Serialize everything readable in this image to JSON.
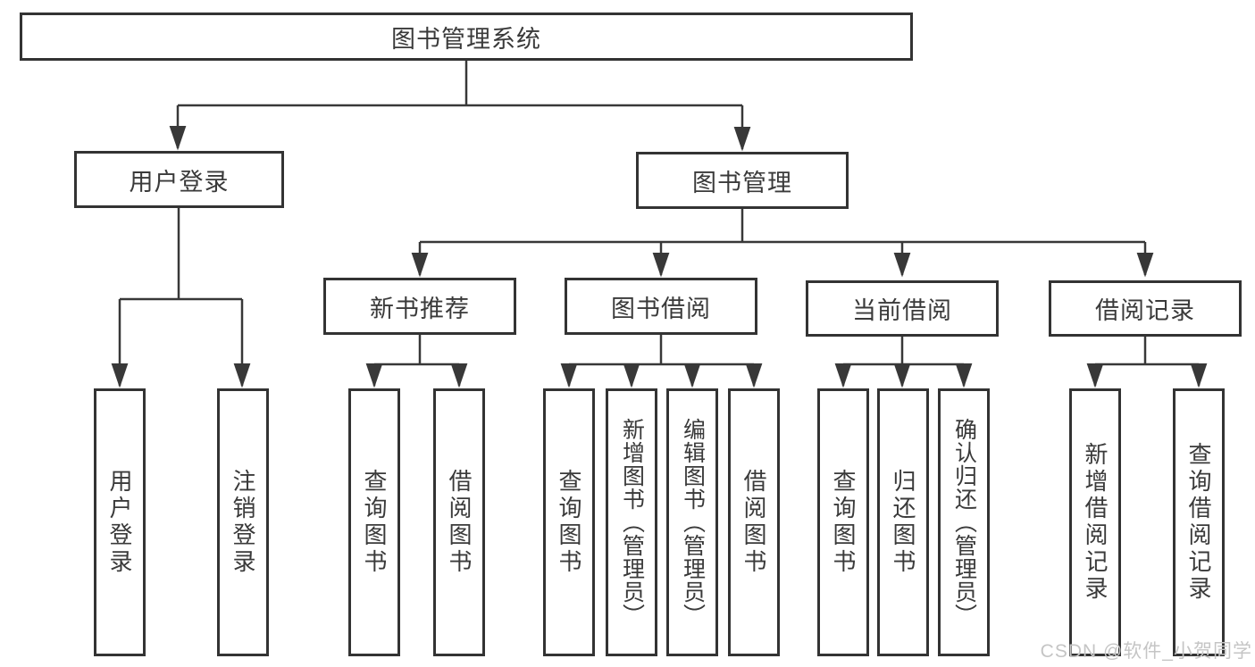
{
  "tree": {
    "root": {
      "label": "图书管理系统",
      "children": [
        {
          "label": "用户登录",
          "children": [
            {
              "label": "用户登录"
            },
            {
              "label": "注销登录"
            }
          ]
        },
        {
          "label": "图书管理",
          "children": [
            {
              "label": "新书推荐",
              "children": [
                {
                  "label": "查询图书"
                },
                {
                  "label": "借阅图书"
                }
              ]
            },
            {
              "label": "图书借阅",
              "children": [
                {
                  "label": "查询图书"
                },
                {
                  "label": "新增图书（管理员）"
                },
                {
                  "label": "编辑图书（管理员）"
                },
                {
                  "label": "借阅图书"
                }
              ]
            },
            {
              "label": "当前借阅",
              "children": [
                {
                  "label": "查询图书"
                },
                {
                  "label": "归还图书"
                },
                {
                  "label": "确认归还（管理员）"
                }
              ]
            },
            {
              "label": "借阅记录",
              "children": [
                {
                  "label": "新增借阅记录"
                },
                {
                  "label": "查询借阅记录"
                }
              ]
            }
          ]
        }
      ]
    }
  },
  "watermark": {
    "text": "CSDN @软件_小贺同学"
  },
  "colors": {
    "line": "#383838",
    "border": "#333333",
    "text": "#3a3a3a",
    "watermark": "#c5c5c5",
    "background": "#ffffff"
  }
}
